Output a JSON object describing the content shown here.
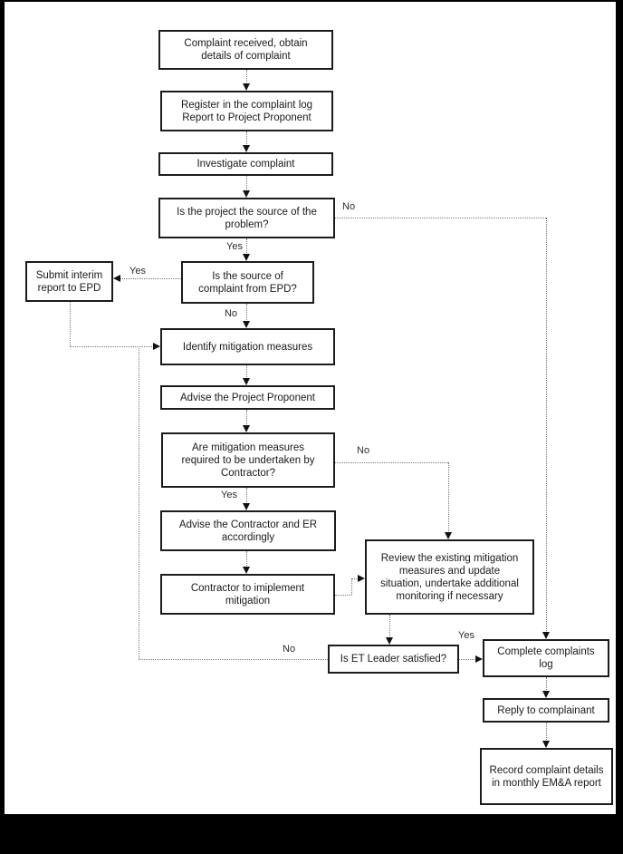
{
  "diagram": {
    "description": "Complaint handling flowchart",
    "colors": {
      "frame": "#000000",
      "canvas": "#ffffff",
      "node_border": "#1c1c1c",
      "connector": "#767676",
      "text": "#1a1a1a"
    },
    "nodes": {
      "complaint_received": {
        "label": [
          "Complaint received, obtain",
          "details of complaint"
        ]
      },
      "register_log": {
        "label": [
          "Register in the complaint log",
          "Report to Project Proponent"
        ]
      },
      "investigate": {
        "label": [
          "Investigate complaint"
        ]
      },
      "project_source": {
        "label": [
          "Is the project the source of the",
          "problem?"
        ]
      },
      "source_epd": {
        "label": [
          "Is the source of",
          "complaint from EPD?"
        ]
      },
      "submit_interim": {
        "label": [
          "Submit interim",
          "report to EPD"
        ]
      },
      "identify_mitigation": {
        "label": [
          "Identify mitigation measures"
        ]
      },
      "advise_proponent": {
        "label": [
          "Advise the Project Proponent"
        ]
      },
      "mitigation_required": {
        "label": [
          "Are mitigation measures",
          "required to be undertaken by",
          "Contractor?"
        ]
      },
      "advise_contractor": {
        "label": [
          "Advise the Contractor and ER",
          "accordingly"
        ]
      },
      "contractor_implement": {
        "label": [
          "Contractor to imiplement",
          "mitigation"
        ]
      },
      "review_mitigation": {
        "label": [
          "Review the existing mitigation",
          "measures and update",
          "situation, undertake additional",
          "monitoring if necessary"
        ]
      },
      "et_leader": {
        "label": [
          "Is ET Leader satisfied?"
        ]
      },
      "complete_log": {
        "label": [
          "Complete complaints",
          "log"
        ]
      },
      "reply_complainant": {
        "label": [
          "Reply to complainant"
        ]
      },
      "record_details": {
        "label": [
          "Record complaint details",
          "in monthly EM&A report"
        ]
      }
    },
    "edge_labels": {
      "project_source_no": "No",
      "project_source_yes": "Yes",
      "epd_yes": "Yes",
      "epd_no": "No",
      "mitigation_no": "No",
      "mitigation_yes": "Yes",
      "et_no": "No",
      "et_yes": "Yes"
    }
  }
}
